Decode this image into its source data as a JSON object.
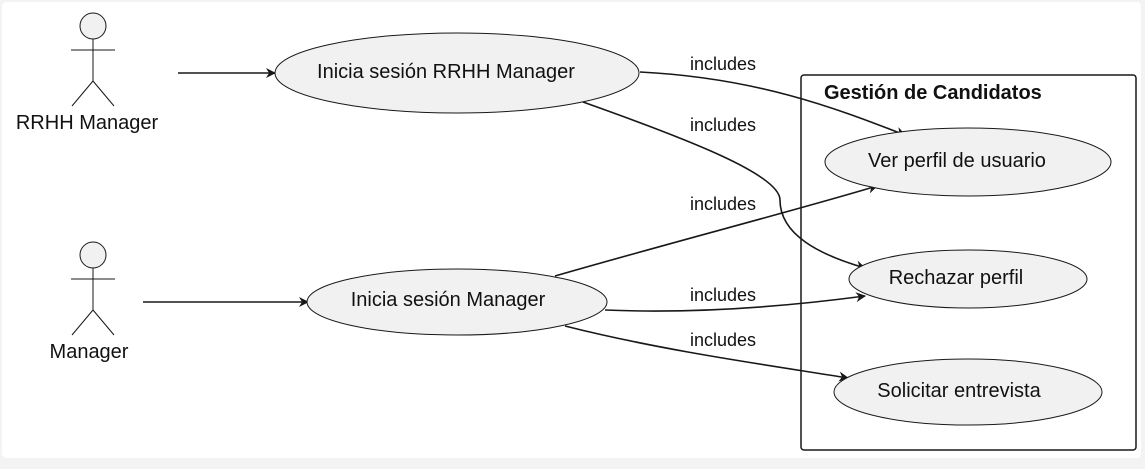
{
  "diagram": {
    "actors": [
      {
        "id": "rrhh",
        "label": "RRHH Manager"
      },
      {
        "id": "manager",
        "label": "Manager"
      }
    ],
    "use_cases": [
      {
        "id": "uc_rrhh_login",
        "label": "Inicia sesión RRHH Manager"
      },
      {
        "id": "uc_mgr_login",
        "label": "Inicia sesión Manager"
      },
      {
        "id": "uc_ver",
        "label": "Ver perfil de usuario"
      },
      {
        "id": "uc_rechazar",
        "label": "Rechazar perfil"
      },
      {
        "id": "uc_solicitar",
        "label": "Solicitar entrevista"
      }
    ],
    "package": {
      "title": "Gestión de Candidatos"
    },
    "edges": [
      {
        "from": "rrhh",
        "to": "uc_rrhh_login",
        "label": ""
      },
      {
        "from": "manager",
        "to": "uc_mgr_login",
        "label": ""
      },
      {
        "from": "uc_rrhh_login",
        "to": "uc_ver",
        "label": "includes"
      },
      {
        "from": "uc_rrhh_login",
        "to": "uc_rechazar",
        "label": "includes"
      },
      {
        "from": "uc_mgr_login",
        "to": "uc_ver",
        "label": "includes"
      },
      {
        "from": "uc_mgr_login",
        "to": "uc_rechazar",
        "label": "includes"
      },
      {
        "from": "uc_mgr_login",
        "to": "uc_solicitar",
        "label": "includes"
      }
    ]
  }
}
